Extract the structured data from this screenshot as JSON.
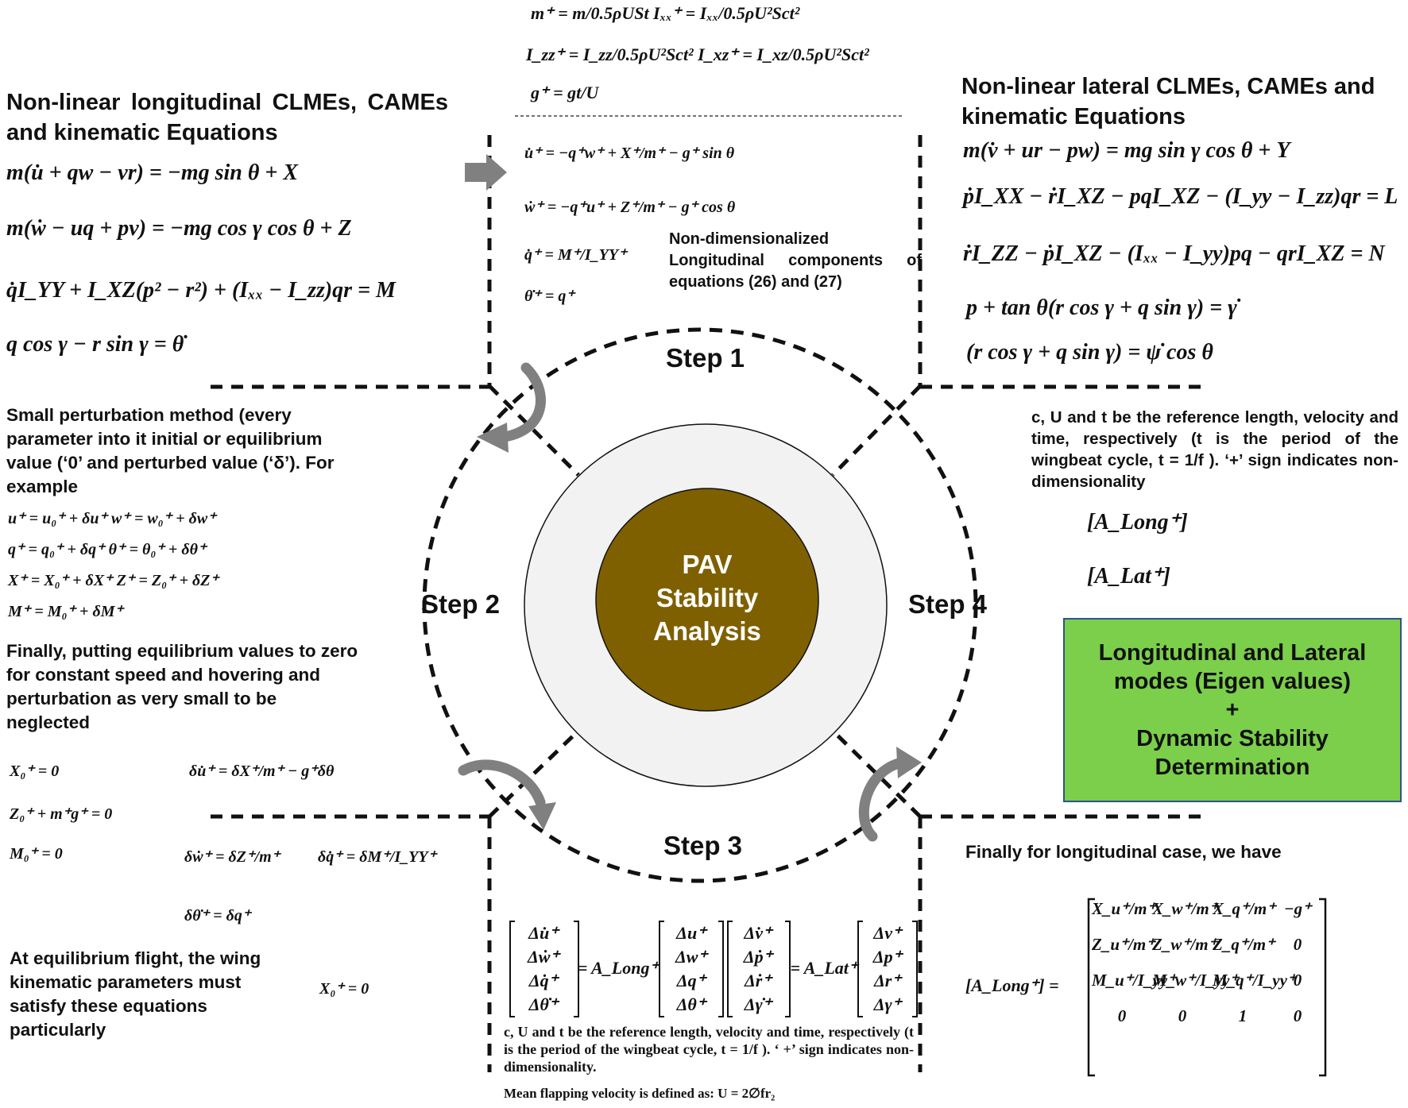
{
  "center": {
    "line1": "PAV",
    "line2": "Stability",
    "line3": "Analysis"
  },
  "steps": {
    "s1": "Step 1",
    "s2": "Step 2",
    "s3": "Step 3",
    "s4": "Step 4"
  },
  "top_eqs": [
    "m⁺ = m/0.5ρUSt    Iₓₓ⁺ = Iₓₓ/0.5ρU²Sct²",
    "I_zz⁺ = I_zz/0.5ρU²Sct²   I_xz⁺ = I_xz/0.5ρU²Sct²",
    "g⁺ = gt/U"
  ],
  "step1_eqs": [
    "u̇⁺ = −q⁺w⁺ + X⁺/m⁺ − g⁺ sin θ",
    "ẇ⁺ = −q⁺u⁺ + Z⁺/m⁺ − g⁺ cos θ",
    "q̇⁺ = M⁺/I_YY⁺",
    "θ̇⁺ = q⁺"
  ],
  "step1_note": "Non-dimensionalized Longitudinal components of equations (26) and (27)",
  "long_title": "Non-linear longitudinal CLMEs, CAMEs and kinematic Equations",
  "long_eqs": [
    "m(u̇ + qw − vr) = −mg sin θ + X",
    "m(ẇ − uq + pv) = −mg cos γ cos θ + Z",
    "q̇I_YY + I_XZ(p² − r²) + (Iₓₓ − I_zz)qr = M",
    "q cos γ − r sin γ = θ̇"
  ],
  "lat_title": "Non-linear lateral CLMEs,  CAMEs and kinematic Equations",
  "lat_eqs": [
    "m(v̇ + ur − pw) = mg sin γ cos θ + Y",
    "ṗI_XX − ṙI_XZ − pqI_XZ − (I_yy − I_zz)qr = L",
    "ṙI_ZZ − ṗI_XZ − (Iₓₓ − I_yy)pq − qrI_XZ = N",
    "p + tan θ(r cos γ + q sin γ) = γ̇",
    "(r cos γ + q sin γ) = ψ̇ cos θ"
  ],
  "step2_intro": "Small perturbation method (every parameter into it initial or equilibrium value (‘0’ and perturbed value (‘δ’). For example",
  "step2_eqs": [
    "u⁺ = u₀⁺ + δu⁺    w⁺ = w₀⁺ + δw⁺",
    "q⁺ = q₀⁺ + δq⁺      θ⁺ = θ₀⁺ + δθ⁺",
    "X⁺ = X₀⁺ + δX⁺    Z⁺ = Z₀⁺ + δZ⁺",
    "M⁺ = M₀⁺ + δM⁺"
  ],
  "step2_finally": "Finally, putting equilibrium values to zero for constant speed and hovering and perturbation as very small to be neglected",
  "step2_zero": [
    "X₀⁺ = 0",
    "Z₀⁺ + m⁺g⁺ = 0",
    "M₀⁺ = 0"
  ],
  "step2_pert": [
    "δu̇⁺ = δX⁺/m⁺ − g⁺δθ",
    "δẇ⁺ = δZ⁺/m⁺",
    "δq̇⁺ = δM⁺/I_YY⁺",
    "δθ̇⁺ = δq⁺"
  ],
  "step2_equil": "At equilibrium flight, the wing kinematic parameters must satisfy these equations particularly",
  "step2_equil_eq": "X₀⁺ = 0",
  "step3_note": "c, U and t be the reference length, velocity and time, respectively (t is the period of the wingbeat cycle, t = 1/f ).  ‘ +’ sign indicates non-dimensionality.",
  "step3_note2": "Mean flapping velocity is defined as: U = 2∅fr₂",
  "step3_matrix": {
    "lhs_long": [
      "Δu̇⁺",
      "Δẇ⁺",
      "Δq̇⁺",
      "Δθ̇⁺"
    ],
    "a_long": "A_Long⁺",
    "rhs_long": [
      "Δu⁺",
      "Δw⁺",
      "Δq⁺",
      "Δθ⁺"
    ],
    "lhs_lat": [
      "Δv̇⁺",
      "Δṗ⁺",
      "Δṙ⁺",
      "Δγ̇⁺"
    ],
    "a_lat": "A_Lat⁺",
    "rhs_lat": [
      "Δv⁺",
      "Δp⁺",
      "Δr⁺",
      "Δγ⁺"
    ]
  },
  "step4_note": "c, U and t be the reference length, velocity and time, respectively (t is the period of the wingbeat cycle, t = 1/f ).  ‘+’ sign indicates non-dimensionality",
  "step4_mats": [
    "[A_Long⁺]",
    "[A_Lat⁺]"
  ],
  "green_box": {
    "line1": "Longitudinal and Lateral",
    "line2": "modes (Eigen values)",
    "line3": "+",
    "line4": "Dynamic Stability",
    "line5": "Determination",
    "fill": "#7bcf4a",
    "border": "#2f528f"
  },
  "final_title": "Finally for longitudinal case, we have",
  "final_lhs": "[A_Long⁺] =",
  "final_matrix": [
    [
      "X_u⁺/m⁺",
      "X_w⁺/m⁺",
      "X_q⁺/m⁺",
      "−g⁺"
    ],
    [
      "Z_u⁺/m⁺",
      "Z_w⁺/m⁺",
      "Z_q⁺/m⁺",
      "0"
    ],
    [
      "M_u⁺/I_yy⁺",
      "M_w⁺/I_yy⁺",
      "M_q⁺/I_yy⁺",
      "0"
    ],
    [
      "0",
      "0",
      "1",
      "0"
    ]
  ],
  "colors": {
    "center_fill": "#7f6000",
    "ring_fill": "#f2f2f2",
    "arrow": "#808080",
    "text_center": "#ffffff"
  }
}
